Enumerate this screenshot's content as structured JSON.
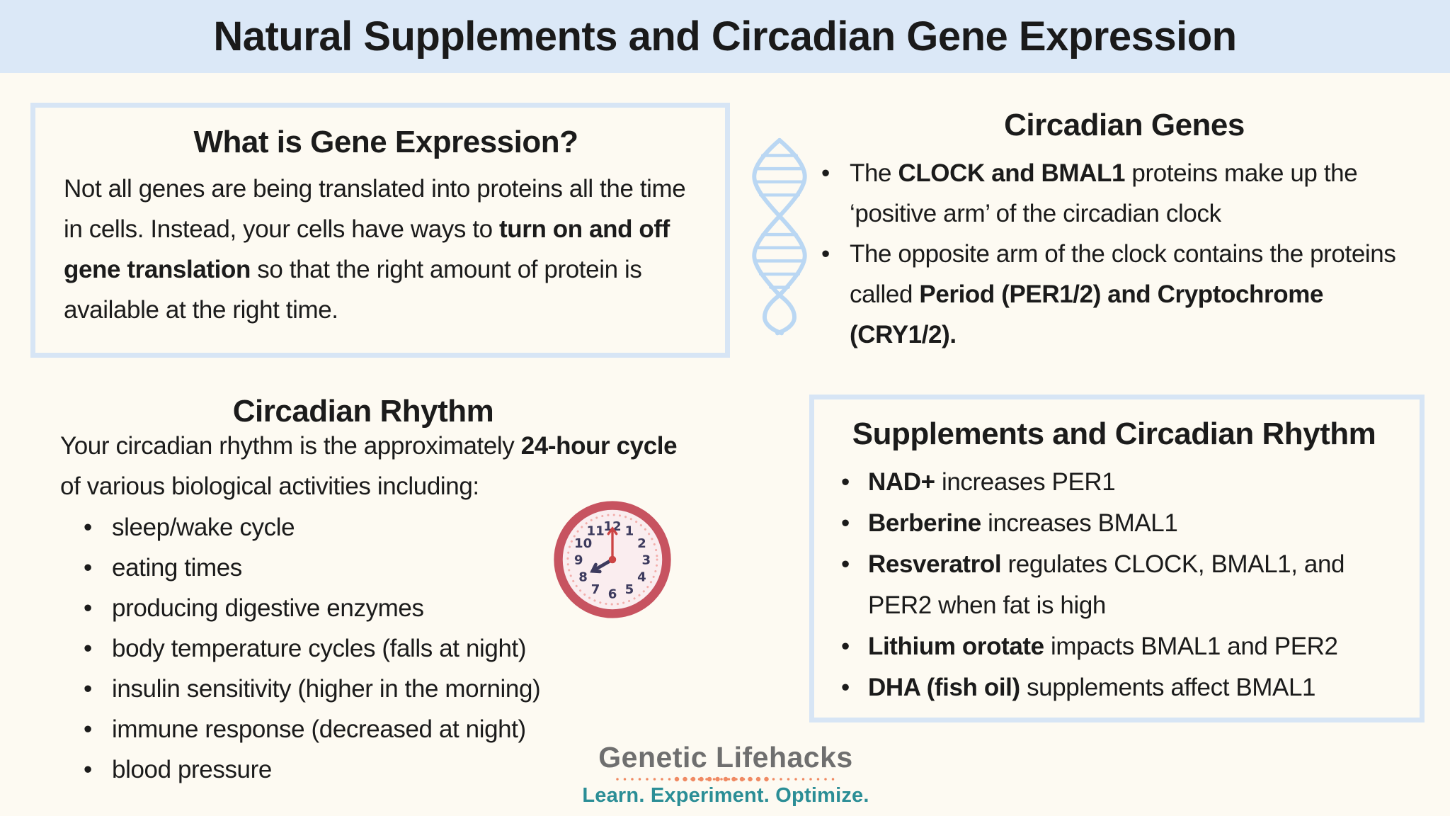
{
  "title": "Natural Supplements and Circadian Gene Expression",
  "gene_expression_box": {
    "heading": "What is Gene Expression?",
    "body": [
      {
        "t": "Not all genes are being translated into proteins all the time in cells. Instead, your cells have ways to ",
        "b": false
      },
      {
        "t": "turn on and off gene translation",
        "b": true
      },
      {
        "t": " so that the right amount of protein is available at the right time.",
        "b": false
      }
    ]
  },
  "circadian_genes": {
    "heading": "Circadian Genes",
    "bullets": [
      [
        {
          "t": "The ",
          "b": false
        },
        {
          "t": "CLOCK and BMAL1",
          "b": true
        },
        {
          "t": " proteins make up the ‘positive arm’ of the circadian clock",
          "b": false
        }
      ],
      [
        {
          "t": "The opposite arm of the clock contains the proteins called ",
          "b": false
        },
        {
          "t": "Period (PER1/2) and Cryptochrome (CRY1/2).",
          "b": true
        }
      ]
    ]
  },
  "circadian_rhythm": {
    "heading": "Circadian Rhythm",
    "intro": [
      {
        "t": "Your circadian rhythm is the approximately ",
        "b": false
      },
      {
        "t": "24-hour cycle",
        "b": true
      },
      {
        "t": " of various biological activities including:",
        "b": false
      }
    ],
    "items": [
      "sleep/wake cycle",
      "eating times",
      "producing digestive enzymes",
      "body temperature cycles (falls at night)",
      "insulin sensitivity (higher in the morning)",
      "immune response (decreased at night)",
      "blood pressure"
    ]
  },
  "supplements_box": {
    "heading": "Supplements and Circadian Rhythm",
    "bullets": [
      [
        {
          "t": "NAD+",
          "b": true
        },
        {
          "t": " increases PER1",
          "b": false
        }
      ],
      [
        {
          "t": "Berberine",
          "b": true
        },
        {
          "t": " increases BMAL1",
          "b": false
        }
      ],
      [
        {
          "t": "Resveratrol",
          "b": true
        },
        {
          "t": " regulates CLOCK, BMAL1, and PER2 when fat is high",
          "b": false
        }
      ],
      [
        {
          "t": "Lithium orotate",
          "b": true
        },
        {
          "t": " impacts BMAL1 and PER2",
          "b": false
        }
      ],
      [
        {
          "t": "DHA (fish oil)",
          "b": true
        },
        {
          "t": " supplements affect BMAL1",
          "b": false
        }
      ]
    ]
  },
  "clock": {
    "time_shown": "8:00",
    "numbers": [
      "12",
      "1",
      "2",
      "3",
      "4",
      "5",
      "6",
      "7",
      "8",
      "9",
      "10",
      "11"
    ]
  },
  "logo": {
    "name": "Genetic Lifehacks",
    "tagline": "Learn. Experiment. Optimize."
  },
  "colors": {
    "banner_bg": "#dbe8f7",
    "page_bg": "#fdfaf2",
    "box_border": "#d7e5f5",
    "text": "#1b1b1b",
    "dna_blue": "#bad7f3",
    "clock_ring": "#c75360",
    "clock_face": "#faedef",
    "clock_dots": "#f2aeab",
    "clock_numbers": "#3d3b5e",
    "minute_hand": "#cc4444",
    "hour_hand": "#3d3b5e",
    "logo_gray": "#6f6f6f",
    "logo_teal": "#2b8e96",
    "logo_orange": "#f08a63"
  }
}
